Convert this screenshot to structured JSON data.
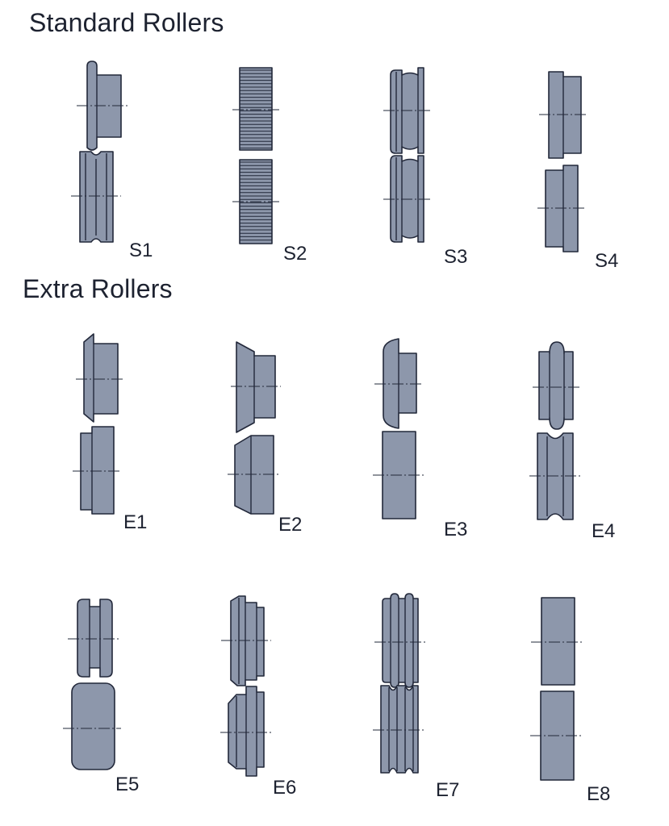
{
  "sections": {
    "standard": {
      "title": "Standard Rollers"
    },
    "extra": {
      "title": "Extra Rollers"
    }
  },
  "rollers": [
    {
      "id": "S1",
      "label": "S1",
      "group": "standard"
    },
    {
      "id": "S2",
      "label": "S2",
      "group": "standard"
    },
    {
      "id": "S3",
      "label": "S3",
      "group": "standard"
    },
    {
      "id": "S4",
      "label": "S4",
      "group": "standard"
    },
    {
      "id": "E1",
      "label": "E1",
      "group": "extra"
    },
    {
      "id": "E2",
      "label": "E2",
      "group": "extra"
    },
    {
      "id": "E3",
      "label": "E3",
      "group": "extra"
    },
    {
      "id": "E4",
      "label": "E4",
      "group": "extra"
    },
    {
      "id": "E5",
      "label": "E5",
      "group": "extra"
    },
    {
      "id": "E6",
      "label": "E6",
      "group": "extra"
    },
    {
      "id": "E7",
      "label": "E7",
      "group": "extra"
    },
    {
      "id": "E8",
      "label": "E8",
      "group": "extra"
    }
  ],
  "colors": {
    "roller_fill": "#8d97ab",
    "outline": "#22283a"
  }
}
